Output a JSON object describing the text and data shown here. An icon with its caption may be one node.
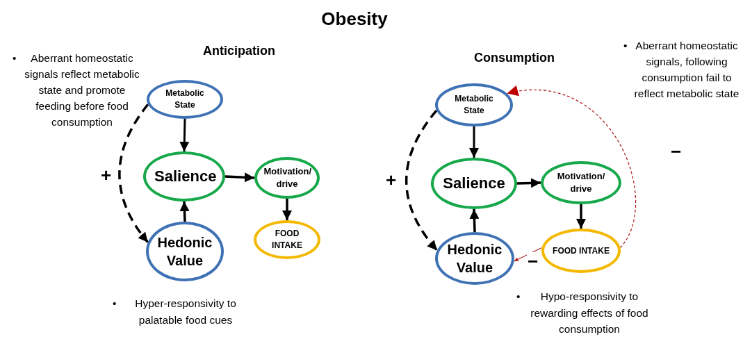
{
  "diagram": {
    "title": "Obesity",
    "nodes": [
      {
        "text": [
          "Metabolic State"
        ]
      },
      {
        "text": [
          "Salience"
        ]
      },
      {
        "text": [
          "Motivation/ drive"
        ]
      },
      {
        "text": [
          "FOOD INTAKE"
        ]
      },
      {
        "text": [
          "Hedonic Value"
        ]
      },
      {
        "text": [
          "Metabolic State"
        ]
      },
      {
        "text": [
          "Salience"
        ]
      },
      {
        "text": [
          "Motivation/ drive"
        ]
      },
      {
        "text": [
          "FOOD INTAKE"
        ]
      },
      {
        "text": [
          "Hedonic Value"
        ]
      }
    ],
    "edges": [
      {
        "from": 0,
        "to": 1,
        "arrow": "to"
      },
      {
        "from": 1,
        "to": 2,
        "arrow": "to"
      },
      {
        "from": 2,
        "to": 3,
        "arrow": "to"
      },
      {
        "from": 4,
        "to": 1,
        "arrow": "to"
      },
      {
        "from": 0,
        "to": 4,
        "arrow": "to",
        "style": "dashed",
        "label": "+"
      },
      {
        "from": 5,
        "to": 6,
        "arrow": "to"
      },
      {
        "from": 6,
        "to": 7,
        "arrow": "to"
      },
      {
        "from": 7,
        "to": 8,
        "arrow": "to"
      },
      {
        "from": 9,
        "to": 6,
        "arrow": "to"
      },
      {
        "from": 5,
        "to": 9,
        "arrow": "to",
        "style": "dashed",
        "label": "+"
      },
      {
        "from": 8,
        "to": 5,
        "arrow": "to",
        "style": "dashed",
        "color": "#b22222",
        "label": "−"
      },
      {
        "from": 8,
        "to": 9,
        "arrow": "to",
        "color": "#b22222",
        "label": "−"
      }
    ],
    "labels": [
      "Anticipation",
      "Consumption",
      "•",
      "Aberrant homeostatic signals reflect metabolic state and promote feeding before food consumption",
      "•",
      "Hyper-responsivity to palatable food cues",
      "•",
      "Aberrant homeostatic signals, following consumption fail to reflect metabolic state",
      "•",
      "Hypo-responsivity to rewarding effects of food consumption"
    ]
  }
}
